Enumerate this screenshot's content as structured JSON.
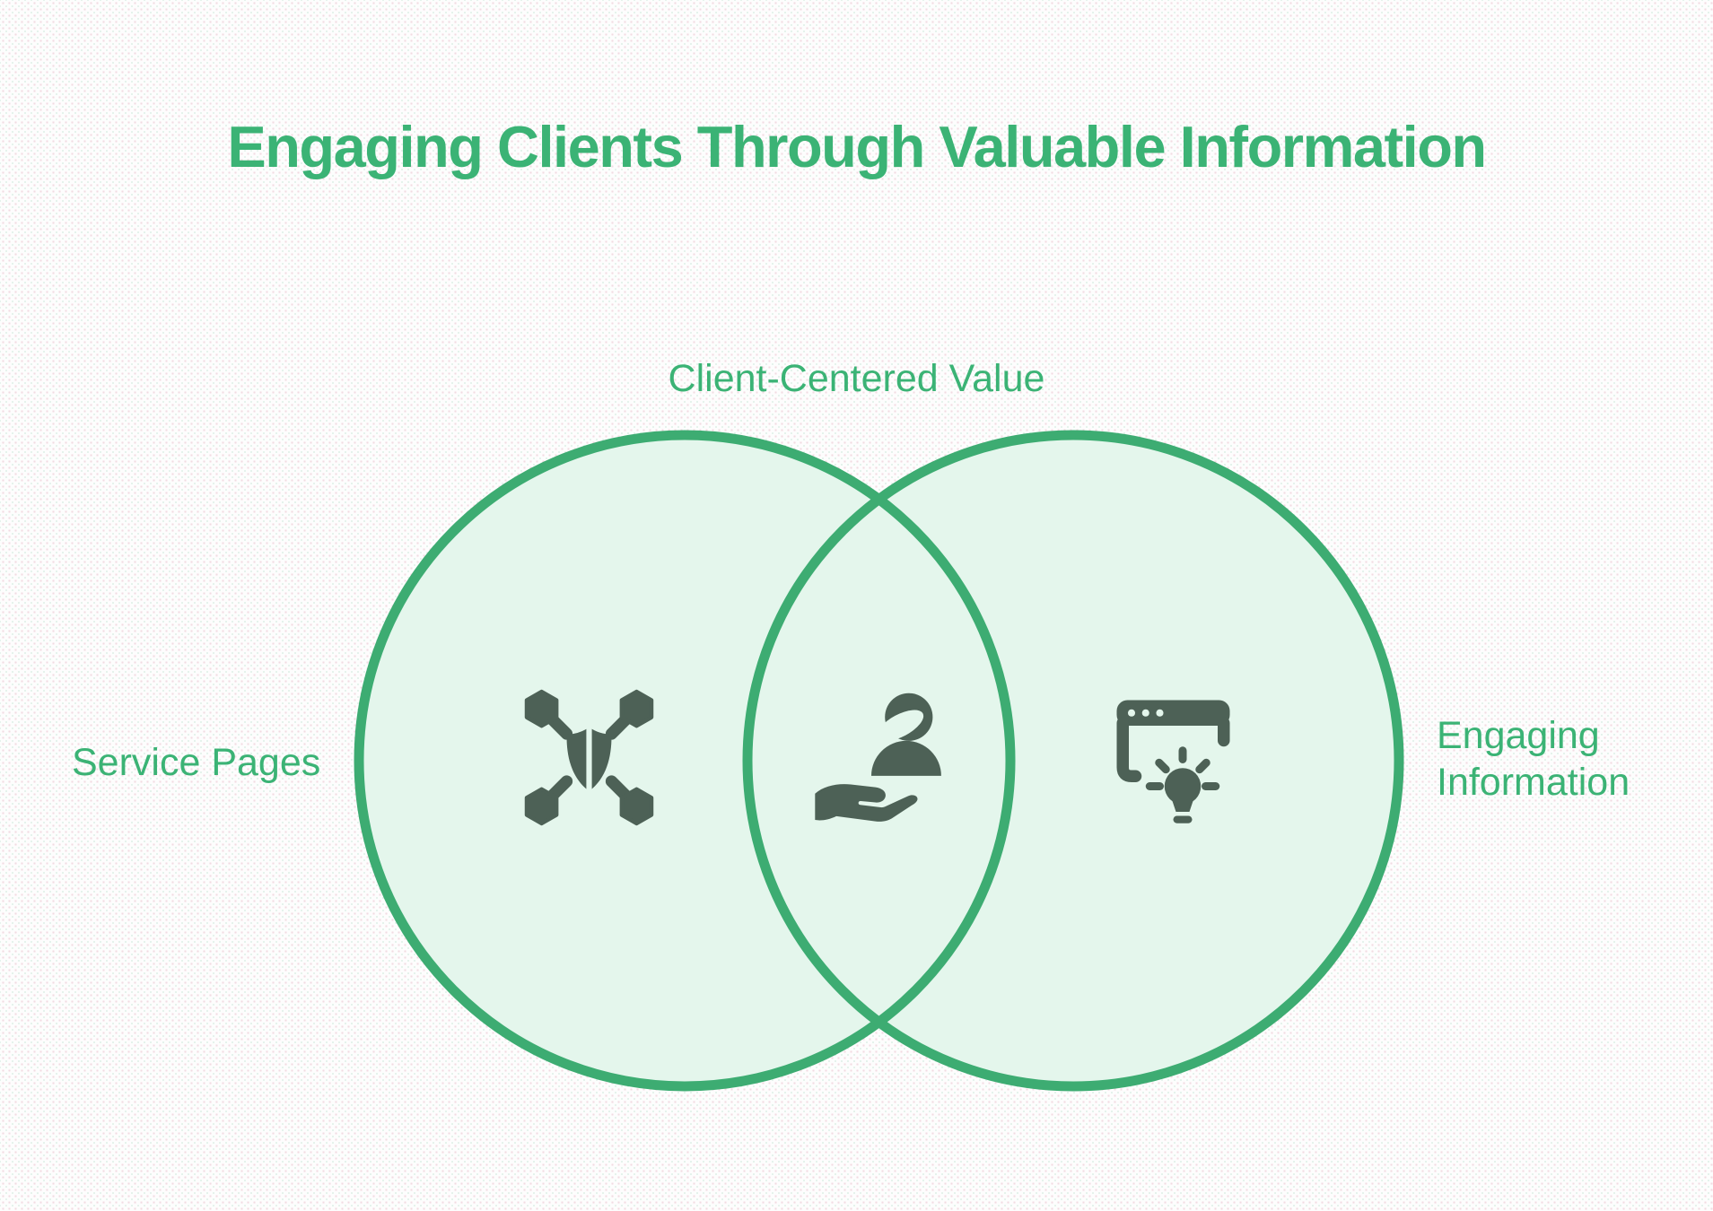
{
  "title": "Engaging Clients Through Valuable Information",
  "venn": {
    "intersection": {
      "label": "Client-Centered Value",
      "icon": "client-care-icon"
    },
    "left": {
      "label": "Service Pages",
      "icon": "shield-network-icon"
    },
    "right": {
      "label": "Engaging Information",
      "icon": "browser-idea-icon"
    }
  },
  "colors": {
    "accent_text": "#3bb375",
    "circle_stroke": "#3dac72",
    "circle_fill": "#e4f6ec",
    "icon_color": "#4d6156",
    "background": "#fdfdfd"
  }
}
